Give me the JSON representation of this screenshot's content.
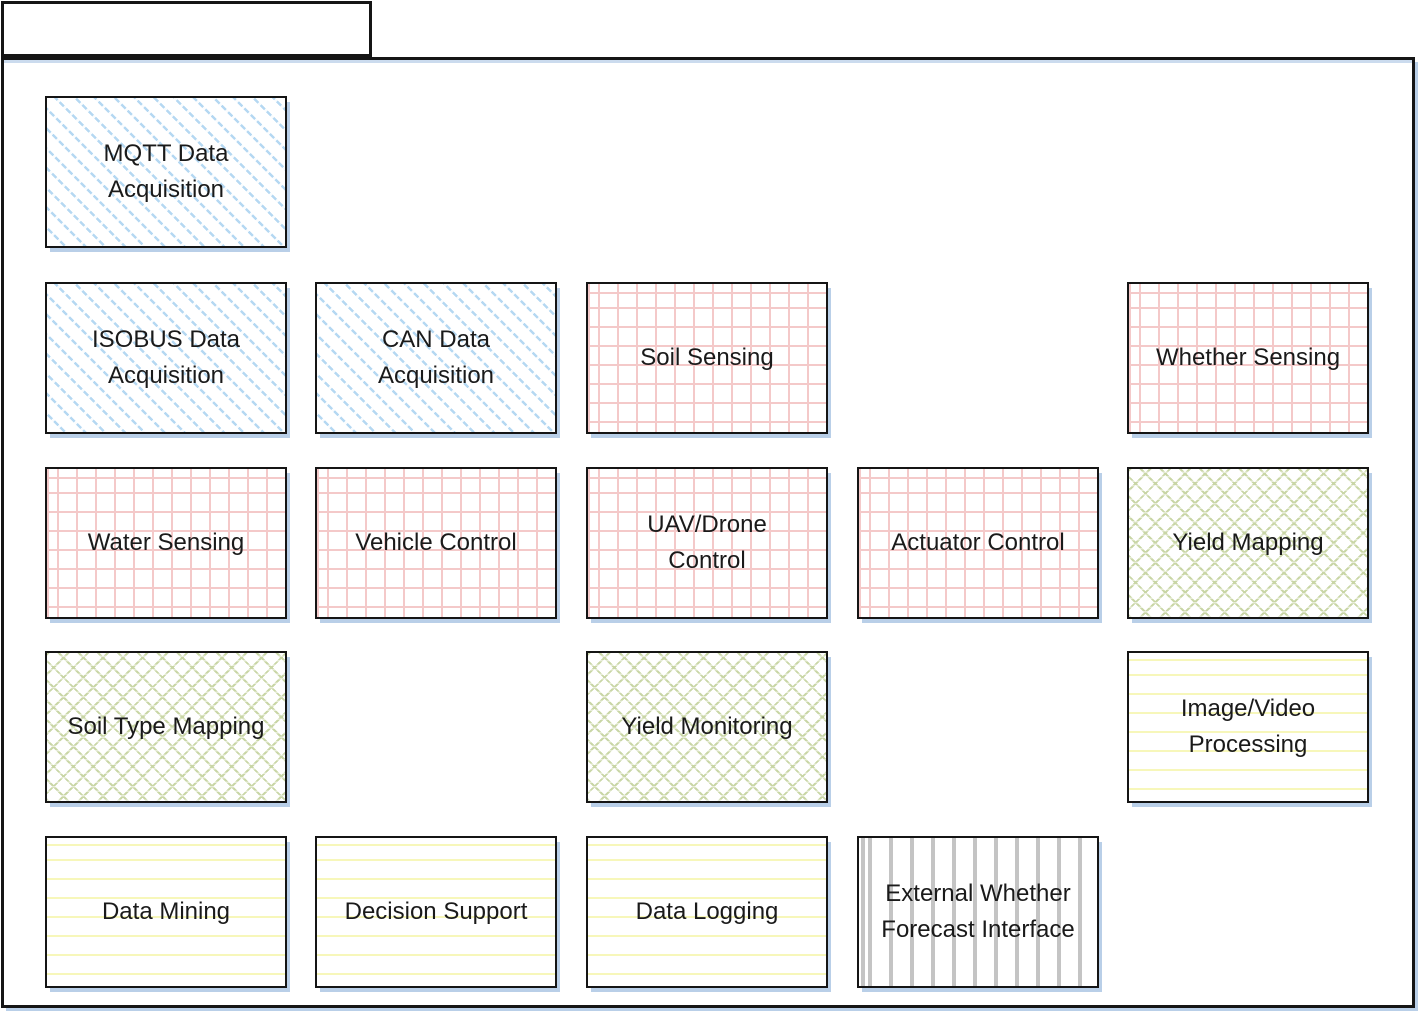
{
  "diagram": {
    "package_tab_label": "",
    "boxes": [
      {
        "label": "MQTT Data\nAcquisition",
        "pattern": "blue-diagonal-hatch"
      },
      {
        "label": "ISOBUS Data\nAcquisition",
        "pattern": "blue-diagonal-hatch"
      },
      {
        "label": "CAN Data\nAcquisition",
        "pattern": "blue-diagonal-hatch"
      },
      {
        "label": "Soil Sensing",
        "pattern": "pink-grid"
      },
      {
        "label": "Whether Sensing",
        "pattern": "pink-grid"
      },
      {
        "label": "Water Sensing",
        "pattern": "pink-grid"
      },
      {
        "label": "Vehicle Control",
        "pattern": "pink-grid"
      },
      {
        "label": "UAV/Drone\nControl",
        "pattern": "pink-grid"
      },
      {
        "label": "Actuator Control",
        "pattern": "pink-grid"
      },
      {
        "label": "Yield Mapping",
        "pattern": "green-crosshatch"
      },
      {
        "label": "Soil Type Mapping",
        "pattern": "green-crosshatch"
      },
      {
        "label": "Yield Monitoring",
        "pattern": "green-crosshatch"
      },
      {
        "label": "Image/Video\nProcessing",
        "pattern": "yellow-lines"
      },
      {
        "label": "Data Mining",
        "pattern": "yellow-lines"
      },
      {
        "label": "Decision Support",
        "pattern": "yellow-lines"
      },
      {
        "label": "Data Logging",
        "pattern": "yellow-lines"
      },
      {
        "label": "External Whether\nForecast Interface",
        "pattern": "gray-vertical-lines"
      }
    ],
    "colors": {
      "blue_hatch": "#b5d8f2",
      "pink_grid": "#f4c9c9",
      "green_crosshatch": "#c9d6a6",
      "yellow_lines": "#f7f7ba",
      "gray_vlines": "#c4c4c4",
      "box_border": "#151515",
      "shadow": "#b9cfe8",
      "text": "#1a1a1a"
    }
  }
}
